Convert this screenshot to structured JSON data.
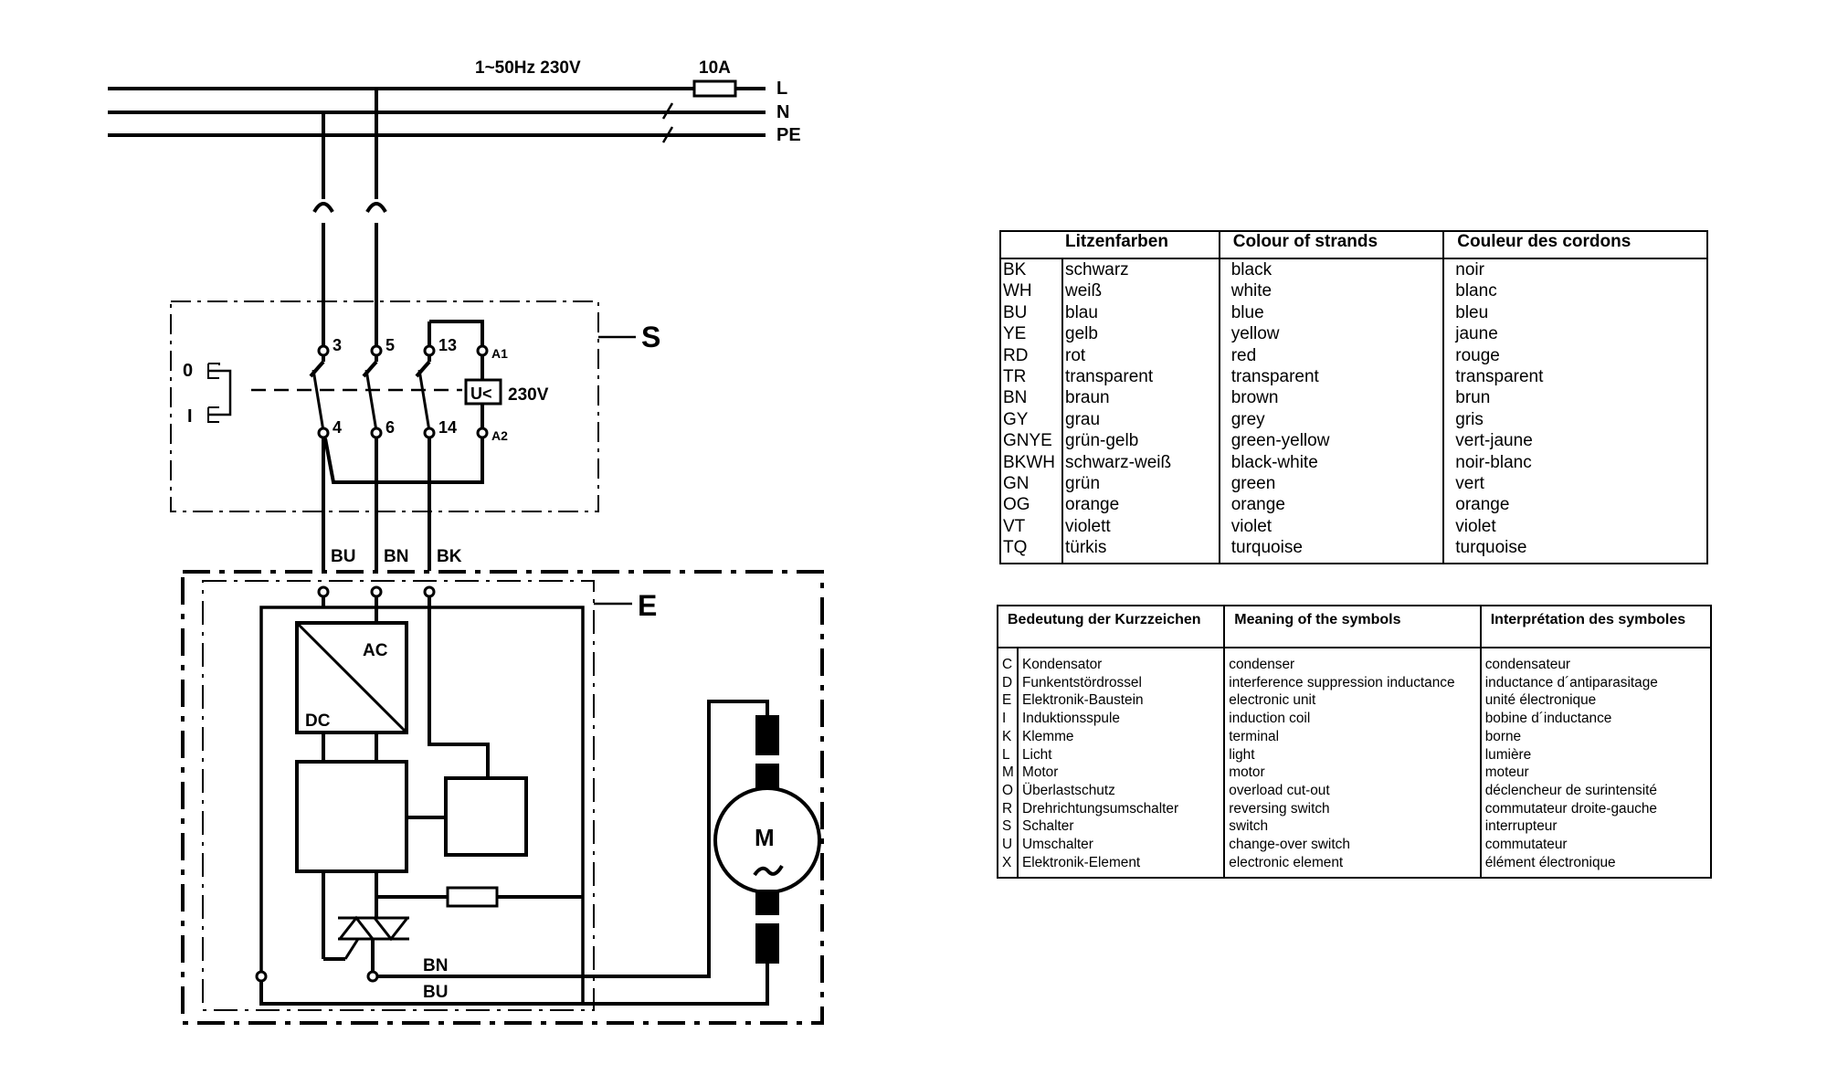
{
  "supply": {
    "rating": "1~50Hz 230V",
    "fuse": "10A",
    "lines": [
      "L",
      "N",
      "PE"
    ]
  },
  "switch_unit": {
    "label": "S",
    "positions": [
      "0",
      "I"
    ],
    "terminals": [
      "3",
      "5",
      "13",
      "A1",
      "4",
      "6",
      "14",
      "A2"
    ],
    "coil_symbol": "U<",
    "coil_voltage": "230V"
  },
  "electronic_unit": {
    "label": "E",
    "wires_in": [
      "BU",
      "BN",
      "BK"
    ],
    "converter_ac": "AC",
    "converter_dc": "DC",
    "wires_out": [
      "BN",
      "BU"
    ]
  },
  "motor": {
    "letter": "M",
    "symbol": "~"
  },
  "colour_table": {
    "headers": [
      "Litzenfarben",
      "Colour of strands",
      "Couleur des cordons"
    ],
    "rows": [
      [
        "BK",
        "schwarz",
        "black",
        "noir"
      ],
      [
        "WH",
        "weiß",
        "white",
        "blanc"
      ],
      [
        "BU",
        "blau",
        "blue",
        "bleu"
      ],
      [
        "YE",
        "gelb",
        "yellow",
        "jaune"
      ],
      [
        "RD",
        "rot",
        "red",
        "rouge"
      ],
      [
        "TR",
        "transparent",
        "transparent",
        "transparent"
      ],
      [
        "BN",
        "braun",
        "brown",
        "brun"
      ],
      [
        "GY",
        "grau",
        "grey",
        "gris"
      ],
      [
        "GNYE",
        "grün-gelb",
        "green-yellow",
        "vert-jaune"
      ],
      [
        "BKWH",
        "schwarz-weiß",
        "black-white",
        "noir-blanc"
      ],
      [
        "GN",
        "grün",
        "green",
        "vert"
      ],
      [
        "OG",
        "orange",
        "orange",
        "orange"
      ],
      [
        "VT",
        "violett",
        "violet",
        "violet"
      ],
      [
        "TQ",
        "türkis",
        "turquoise",
        "turquoise"
      ]
    ]
  },
  "symbol_table": {
    "headers": [
      "Bedeutung der Kurzzeichen",
      "Meaning of the symbols",
      "Interprétation des symboles"
    ],
    "rows": [
      [
        "C",
        "Kondensator",
        "condenser",
        "condensateur"
      ],
      [
        "D",
        "Funkentstördrossel",
        "interference suppression inductance",
        "inductance d´antiparasitage"
      ],
      [
        "E",
        "Elektronik-Baustein",
        "electronic unit",
        "unité électronique"
      ],
      [
        "I",
        "Induktionsspule",
        "induction coil",
        "bobine d´inductance"
      ],
      [
        "K",
        "Klemme",
        "terminal",
        "borne"
      ],
      [
        "L",
        "Licht",
        "light",
        "lumière"
      ],
      [
        "M",
        "Motor",
        "motor",
        "moteur"
      ],
      [
        "O",
        "Überlastschutz",
        "overload cut-out",
        "déclencheur de surintensité"
      ],
      [
        "R",
        "Drehrichtungsumschalter",
        "reversing switch",
        "commutateur droite-gauche"
      ],
      [
        "S",
        "Schalter",
        "switch",
        "interrupteur"
      ],
      [
        "U",
        "Umschalter",
        "change-over switch",
        "commutateur"
      ],
      [
        "X",
        "Elektronik-Element",
        "electronic element",
        "élément électronique"
      ]
    ]
  }
}
